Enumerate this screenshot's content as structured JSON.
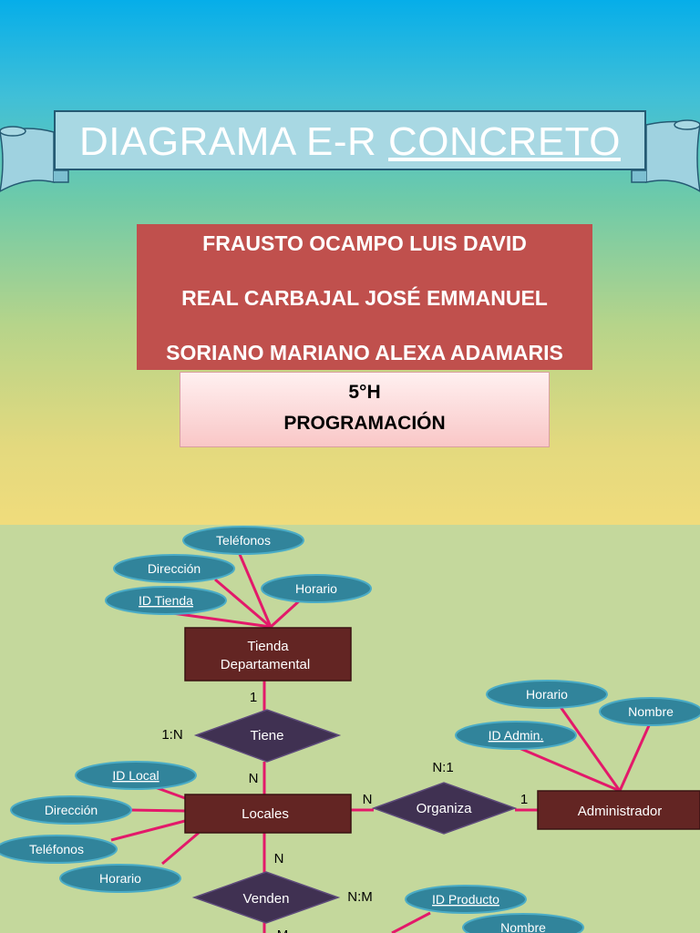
{
  "slide1": {
    "title_main": "DIAGRAMA E-R ",
    "title_underlined": "CONCRETO",
    "authors": [
      "FRAUSTO OCAMPO LUIS DAVID",
      "REAL CARBAJAL JOSÉ EMMANUEL",
      "SORIANO MARIANO ALEXA ADAMARIS"
    ],
    "group": "5°H",
    "subject": "PROGRAMACIÓN"
  },
  "diagram": {
    "entities": {
      "tienda_line1": "Tienda",
      "tienda_line2": "Departamental",
      "locales": "Locales",
      "administrador": "Administrador"
    },
    "relationships": {
      "tiene": "Tiene",
      "organiza": "Organiza",
      "venden": "Venden"
    },
    "attributes": {
      "tienda_telefonos": "Teléfonos",
      "tienda_direccion": "Dirección",
      "tienda_id": "ID Tienda",
      "tienda_horario": "Horario",
      "admin_horario": "Horario",
      "admin_nombre": "Nombre",
      "admin_id": "ID Admin.",
      "local_id": "ID Local",
      "local_direccion": "Dirección",
      "local_telefonos": "Teléfonos",
      "local_horario": "Horario",
      "producto_id": "ID Producto",
      "producto_nombre": "Nombre"
    },
    "cardinalities": {
      "tienda_tiene": "1",
      "tiene_ratio": "1:N",
      "tiene_locales": "N",
      "organiza_ratio": "N:1",
      "locales_organiza": "N",
      "organiza_admin": "1",
      "locales_venden": "N",
      "venden_ratio": "N:M",
      "venden_bottom": "M"
    },
    "colors": {
      "attribute_fill": "#31849b",
      "attribute_stroke": "#4bacc6",
      "entity_fill": "#632523",
      "relationship_fill": "#403152",
      "connector": "#e3196a"
    }
  }
}
